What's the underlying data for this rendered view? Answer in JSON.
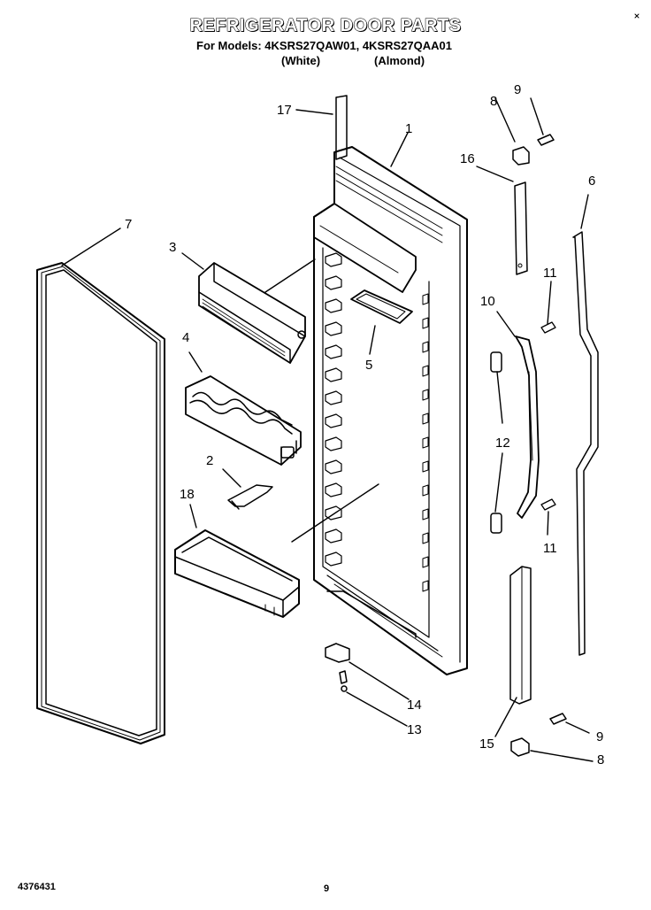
{
  "header": {
    "title": "REFRIGERATOR DOOR PARTS",
    "models_line": "For Models: 4KSRS27QAW01, 4KSRS27QAA01",
    "variant_white": "(White)",
    "variant_almond": "(Almond)"
  },
  "part_callouts": {
    "p1": "1",
    "p2": "2",
    "p3": "3",
    "p4": "4",
    "p5": "5",
    "p6": "6",
    "p7": "7",
    "p8_top": "8",
    "p8_bottom": "8",
    "p9_top": "9",
    "p9_bottom": "9",
    "p10": "10",
    "p11_top": "11",
    "p11_bottom": "11",
    "p12": "12",
    "p13": "13",
    "p14": "14",
    "p15": "15",
    "p16": "16",
    "p17": "17",
    "p18": "18"
  },
  "footer": {
    "doc_number": "4376431",
    "page_number": "9"
  }
}
